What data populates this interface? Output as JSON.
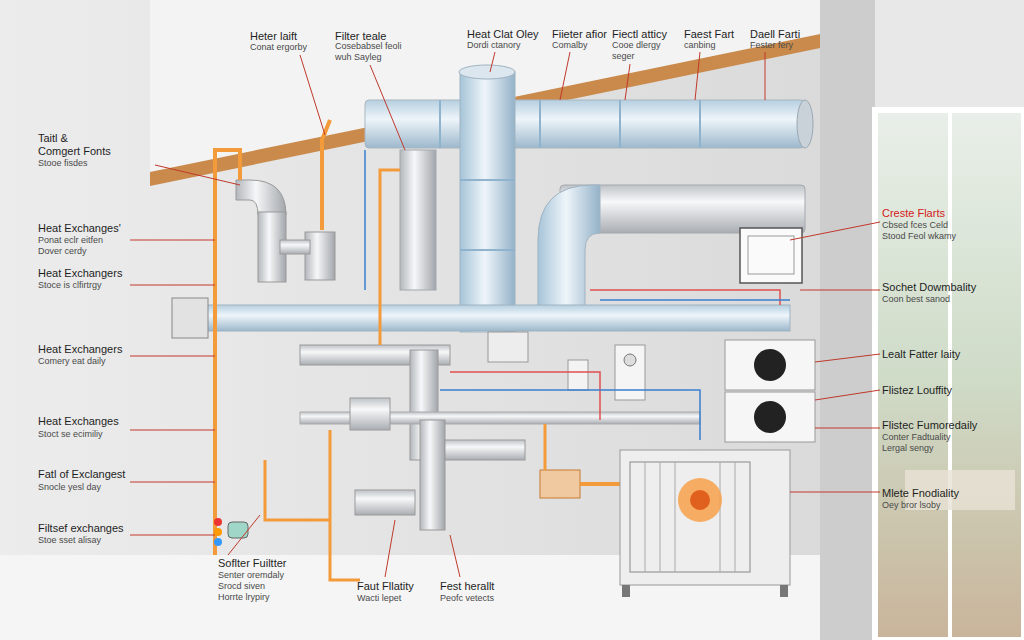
{
  "diagram": {
    "labels": [
      "Heter laift",
      "Conat ergorby",
      "Filter teale",
      "Cosebabsel feoli",
      "wuh Sayleg",
      "Heat Clat Oley",
      "Dordi ctanory",
      "Fiieter afior",
      "Comalby",
      "Fiectl atticy",
      "Cooe dlergy",
      "seger",
      "Faest Fart",
      "canbing",
      "Daell Farti",
      "Fester fery",
      "Taitl &",
      "Comgert Fonts",
      "Stooe fisdes",
      "Heat Exchanges'",
      "Ponat eclr eitfen",
      "Dover cerdy",
      "Heat Exchangers",
      "Stoce is clfirtrgy",
      "Heat Exchangers",
      "Comery eat daily",
      "Heat Exchanges",
      "Stoct se ecimiliy",
      "Fatl of Exclangest",
      "Snocle yesl day",
      "Filtsef exchanges",
      "Stoe sset alisay",
      "Soflter Fuiltter",
      "Senter oremdaly",
      "Srocd siven",
      "Horrte lrypiry",
      "Faut Fllatity",
      "Wacti lepet",
      "Fest herallt",
      "Peofc vetects",
      "Creste Flarts",
      "Cbsed fces Celd",
      "Stood Feol wkamy",
      "Sochet Dowmbality",
      "Coon best sanod",
      "Lealt Fatter laity",
      "Flistez Louffity",
      "Flistec Fumoredaily",
      "Conter Fadtuality",
      "Lergal sengy",
      "Mlete Fnodiality",
      "Oey bror lsoby"
    ]
  }
}
